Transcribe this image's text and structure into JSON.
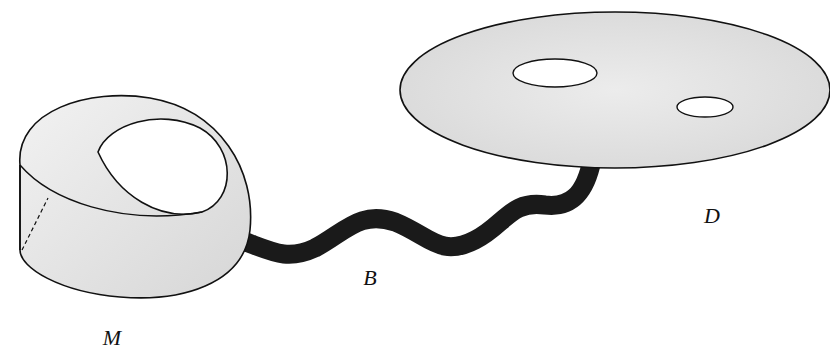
{
  "diagram": {
    "labels": [
      "M",
      "B",
      "D"
    ]
  }
}
